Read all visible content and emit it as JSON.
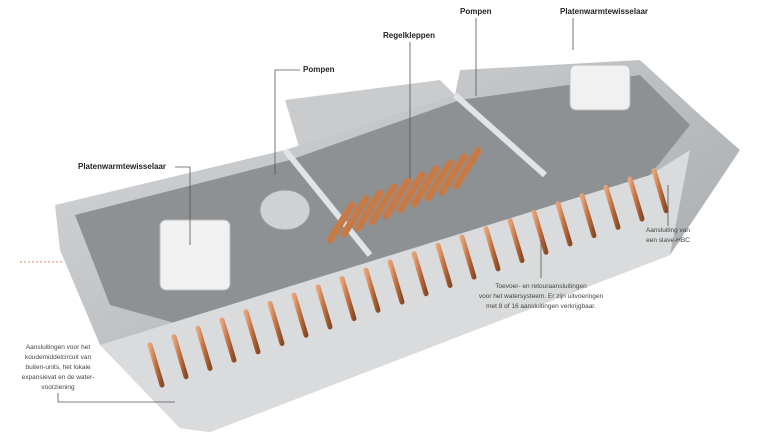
{
  "labels": {
    "pumps_left": "Pompen",
    "control_valves": "Regelkleppen",
    "pumps_right": "Pompen",
    "plate_hex_right": "Platenwarmtewisselaar",
    "plate_hex_left": "Platenwarmtewisselaar"
  },
  "notes": {
    "slave_hbc": [
      "Aansluiting van",
      "een slave-HBC"
    ],
    "water_connections": [
      "Toevoer- en retouraansluitingen",
      "voor het watersysteem. Er zijn uitvoeringen",
      "met 8 of 16 aansluitingen verkrijgbaar."
    ],
    "refrigerant_connections": [
      "Aansluitingen voor het",
      "koudemiddelcircuit van",
      "buiten-units, het lokale",
      "expansievat en de water-",
      "voorziening"
    ]
  },
  "colors": {
    "copper": "#c77a45",
    "casing": "#b9bcbe",
    "accent": "#e2574c"
  }
}
